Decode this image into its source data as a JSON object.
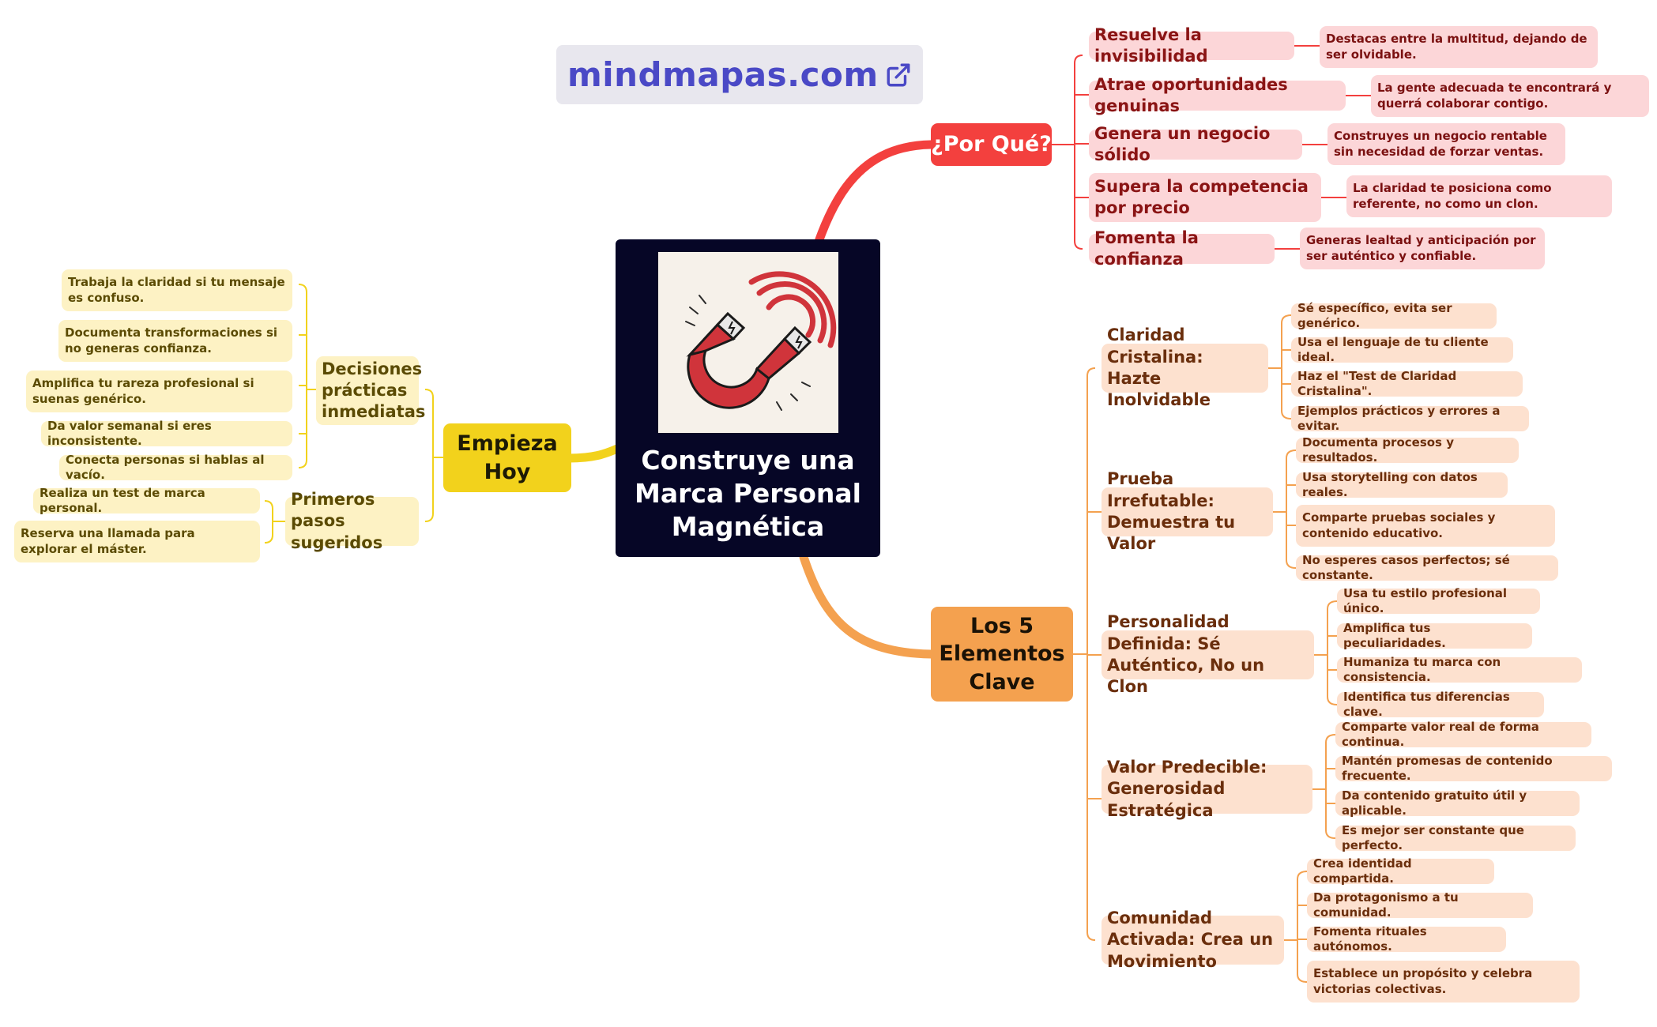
{
  "brand": {
    "text": "mindmapas.com",
    "icon": "external-link-icon",
    "color": "#4a49c6"
  },
  "center": {
    "title": "Construye una Marca Personal Magnética",
    "icon": "magnet-icon"
  },
  "colors": {
    "red": "#f3403e",
    "orange": "#f4a14f",
    "yellow": "#f2d21c",
    "center": "#060626"
  },
  "branches": {
    "por_que": {
      "label": "¿Por Qué?",
      "items": [
        {
          "label": "Resuelve la invisibilidad",
          "detail": "Destacas entre la multitud, dejando de ser olvidable."
        },
        {
          "label": "Atrae oportunidades genuinas",
          "detail": "La gente adecuada te encontrará y querrá colaborar contigo."
        },
        {
          "label": "Genera un negocio sólido",
          "detail": "Construyes un negocio rentable sin necesidad de forzar ventas."
        },
        {
          "label": "Supera la competencia por precio",
          "detail": "La claridad te posiciona como referente, no como un clon."
        },
        {
          "label": "Fomenta la confianza",
          "detail": "Generas lealtad y anticipación por ser auténtico y confiable."
        }
      ]
    },
    "elementos": {
      "label": "Los 5 Elementos Clave",
      "items": [
        {
          "label": "Claridad Cristalina: Hazte Inolvidable",
          "leaves": [
            "Sé específico, evita ser genérico.",
            "Usa el lenguaje de tu cliente ideal.",
            "Haz el \"Test de Claridad Cristalina\".",
            "Ejemplos prácticos y errores a evitar."
          ]
        },
        {
          "label": "Prueba Irrefutable: Demuestra tu Valor",
          "leaves": [
            "Documenta procesos y resultados.",
            "Usa storytelling con datos reales.",
            "Comparte pruebas sociales y contenido educativo.",
            "No esperes casos perfectos; sé constante."
          ]
        },
        {
          "label": "Personalidad Definida: Sé Auténtico, No un Clon",
          "leaves": [
            "Usa tu estilo profesional único.",
            "Amplifica tus peculiaridades.",
            "Humaniza tu marca con consistencia.",
            "Identifica tus diferencias clave."
          ]
        },
        {
          "label": "Valor Predecible: Generosidad Estratégica",
          "leaves": [
            "Comparte valor real de forma continua.",
            "Mantén promesas de contenido frecuente.",
            "Da contenido gratuito útil y aplicable.",
            "Es mejor ser constante que perfecto."
          ]
        },
        {
          "label": "Comunidad Activada: Crea un Movimiento",
          "leaves": [
            "Crea identidad compartida.",
            "Da protagonismo a tu comunidad.",
            "Fomenta rituales autónomos.",
            "Establece un propósito y celebra victorias colectivas."
          ]
        }
      ]
    },
    "empieza": {
      "label": "Empieza Hoy",
      "items": [
        {
          "label": "Decisiones prácticas inmediatas",
          "leaves": [
            "Trabaja la claridad si tu mensaje es confuso.",
            "Documenta transformaciones si no generas confianza.",
            "Amplifica tu rareza profesional si suenas genérico.",
            "Da valor semanal si eres inconsistente.",
            "Conecta personas si hablas al vacío."
          ]
        },
        {
          "label": "Primeros pasos sugeridos",
          "leaves": [
            "Realiza un test de marca personal.",
            "Reserva una llamada para explorar el máster."
          ]
        }
      ]
    }
  }
}
